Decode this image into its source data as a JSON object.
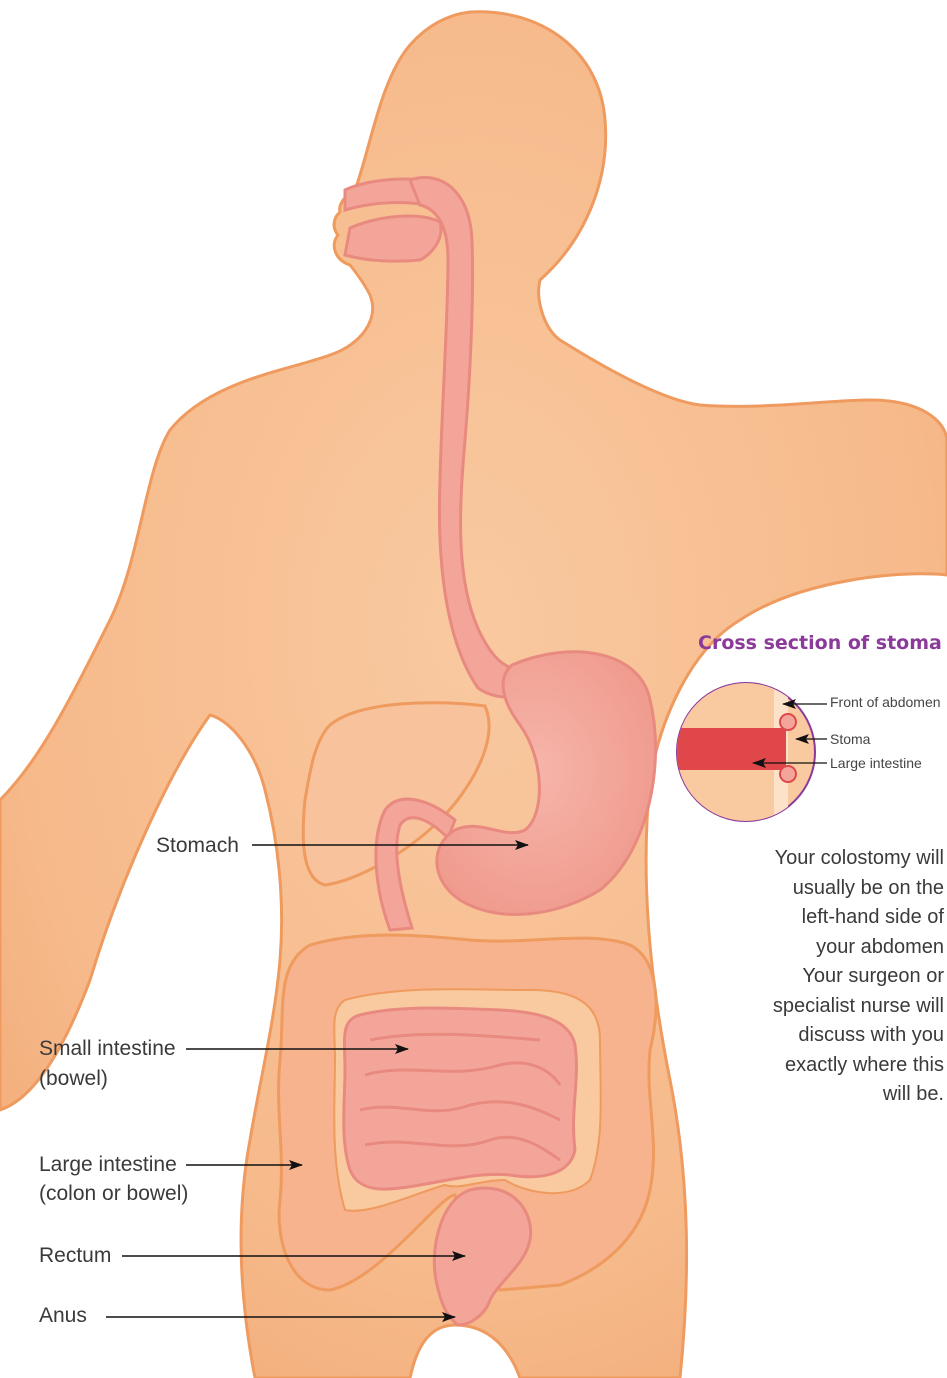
{
  "labels": {
    "stomach": "Stomach",
    "small_intestine_1": "Small intestine",
    "small_intestine_2": "(bowel)",
    "large_intestine_1": "Large intestine",
    "large_intestine_2": "(colon or bowel)",
    "rectum": "Rectum",
    "anus": "Anus"
  },
  "inset": {
    "title": "Cross section of stoma",
    "front_of_abdomen": "Front of abdomen",
    "stoma": "Stoma",
    "large_intestine": "Large intestine"
  },
  "note": {
    "lines": [
      "Your colostomy will",
      "usually be on the",
      "left-hand side of",
      "your abdomen",
      "Your surgeon or",
      "specialist nurse will",
      "discuss with you",
      "exactly where this",
      "will be."
    ]
  },
  "colors": {
    "skin": "#f6b98a",
    "skin_outline": "#ef9a5e",
    "organ": "#f4a59a",
    "organ_dark": "#e88a80",
    "intestine": "#f6b38d",
    "title_purple": "#8b3a9a",
    "stoma_red": "#e0474a"
  }
}
